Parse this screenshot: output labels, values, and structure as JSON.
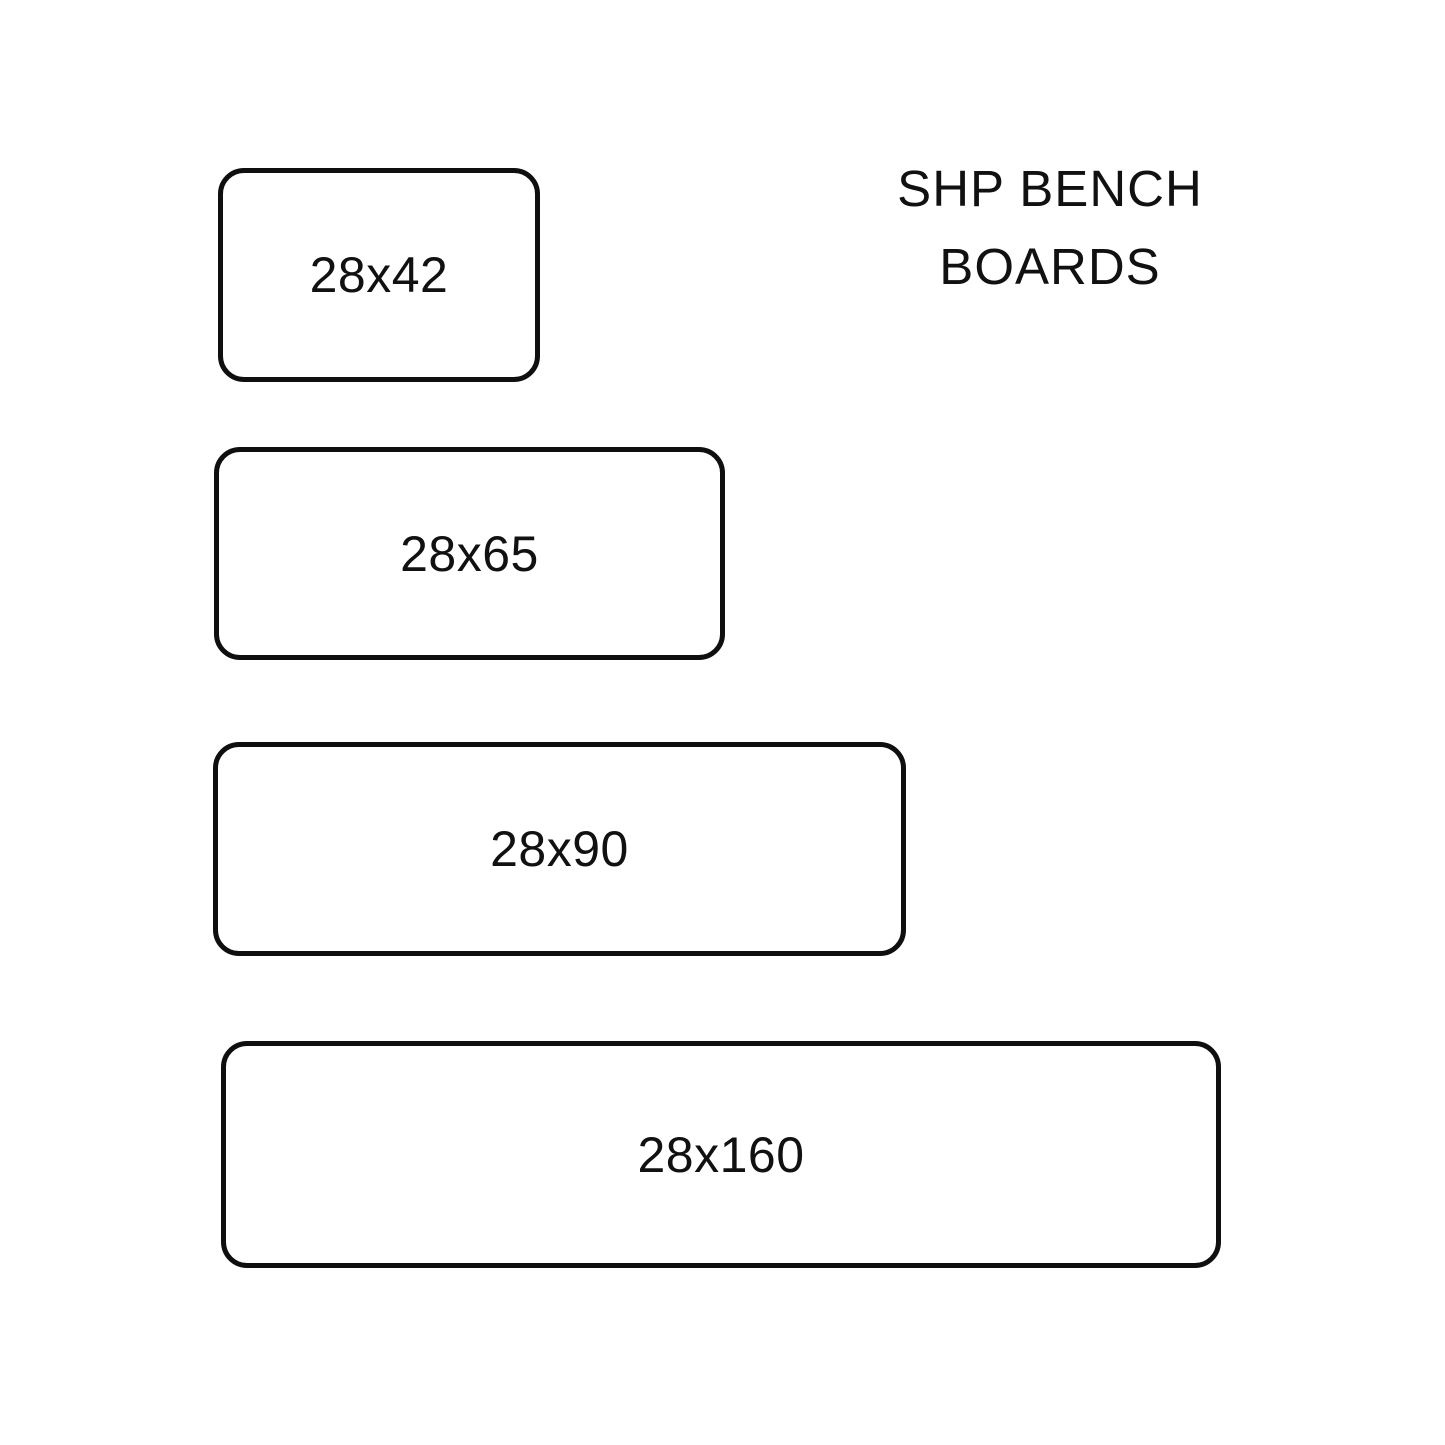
{
  "title": {
    "line1": "SHP BENCH",
    "line2": "BOARDS"
  },
  "boards": [
    {
      "label": "28x42",
      "width_mm": 28,
      "length_cm": 42
    },
    {
      "label": "28x65",
      "width_mm": 28,
      "length_cm": 65
    },
    {
      "label": "28x90",
      "width_mm": 28,
      "length_cm": 90
    },
    {
      "label": "28x160",
      "width_mm": 28,
      "length_cm": 160
    }
  ],
  "colors": {
    "outline": "#0f0f0f",
    "background": "#ffffff",
    "text": "#111111"
  }
}
